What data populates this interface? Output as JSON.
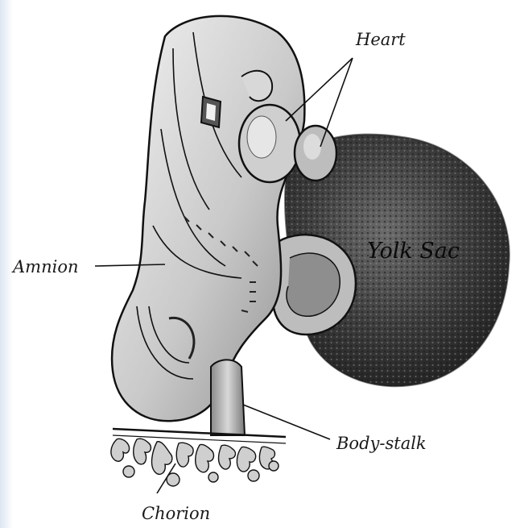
{
  "labels": {
    "heart": "Heart",
    "yolk_sac": "Yolk Sac",
    "amnion": "Amnion",
    "body_stalk": "Body-stalk",
    "chorion": "Chorion"
  },
  "colors": {
    "ink": "#111111",
    "yolk": "#3a3a3a",
    "tissue": "#d2d2d2",
    "background": "#ffffff"
  }
}
